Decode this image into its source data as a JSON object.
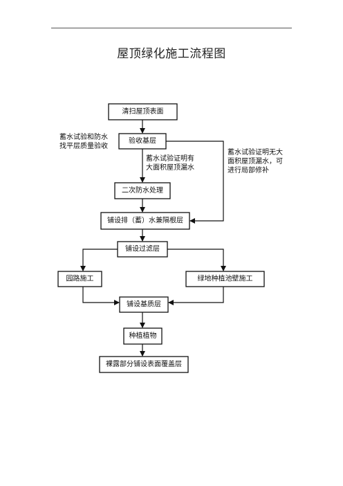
{
  "page": {
    "title": "屋顶绿化施工流程图"
  },
  "flowchart": {
    "nodes": {
      "clean_roof": "清扫屋顶表面",
      "inspect_base": "验收基层",
      "secondary_waterproof": "二次防水处理",
      "drainage_layer": "铺设排（蓄）水兼隔根层",
      "filter_layer": "铺设过滤层",
      "garden_path": "园路施工",
      "planting_pool_wall": "绿地种植池壁施工",
      "substrate_layer": "铺设基质层",
      "planting": "种植植物",
      "cover_layer": "裸露部分铺设表面覆盖层"
    },
    "notes": {
      "water_test_acceptance": [
        "蓄水试验和防水",
        "找平层质量验收"
      ],
      "leak_found": [
        "蓄水试验证明有",
        "大面积屋顶漏水"
      ],
      "no_leak": [
        "蓄水试验证明无大",
        "面积屋顶漏水，可",
        "进行局部修补"
      ]
    }
  }
}
